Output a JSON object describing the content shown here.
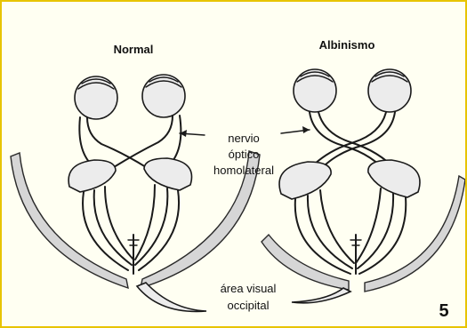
{
  "left_panel": {
    "title": "Normal"
  },
  "right_panel": {
    "title": "Albinismo"
  },
  "labels": {
    "optic_nerve": [
      "nervio",
      "óptico",
      "homolateral"
    ],
    "visual_area": [
      "área visual",
      "occipital"
    ]
  },
  "figure_number": "5",
  "colors": {
    "border": "#e8c400",
    "background": "#fffff2",
    "ink": "#1a1a1a"
  }
}
